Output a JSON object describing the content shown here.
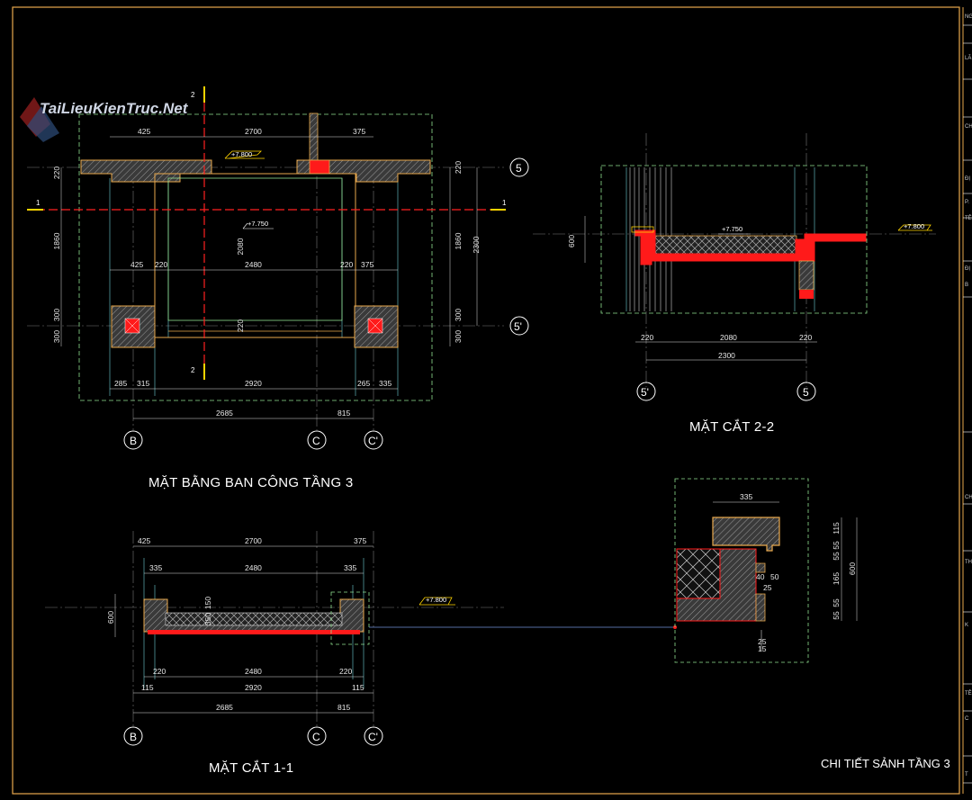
{
  "watermark": "TaiLieuKienTruc.Net",
  "titles": {
    "plan": "MẶT BẰNG BAN CÔNG TẦNG 3",
    "section_22": "MẶT CẮT 2-2",
    "section_11": "MẶT CẮT 1-1",
    "detail": "CHI TIẾT SẢNH TẦNG 3"
  },
  "axes": {
    "five": "5",
    "five_prime": "5'",
    "b": "B",
    "c": "C",
    "c_prime": "C'"
  },
  "levels": {
    "l7800": "+7.800",
    "l7750": "+7.750"
  },
  "section_marks": {
    "one": "1",
    "two": "2"
  },
  "plan_dims": {
    "top": [
      "425",
      "2700",
      "375"
    ],
    "mid": [
      "425",
      "220",
      "2480",
      "220",
      "375"
    ],
    "bottom1": [
      "285",
      "315",
      "2920",
      "265",
      "335"
    ],
    "bottom2": [
      "2685",
      "815"
    ],
    "left": [
      "220",
      "1860",
      "300",
      "300"
    ],
    "right": [
      "220",
      "1860",
      "300",
      "300"
    ],
    "right_total": "2300",
    "inner_v": "2080",
    "inner_h": "220"
  },
  "s22_dims": {
    "row1": [
      "220",
      "2080",
      "220"
    ],
    "total": "2300",
    "height": "600"
  },
  "s11_dims": {
    "top1": [
      "425",
      "2700",
      "375"
    ],
    "top2": [
      "335",
      "2480",
      "335"
    ],
    "bot1": [
      "220",
      "2480",
      "220"
    ],
    "bot2": [
      "115",
      "2920",
      "115"
    ],
    "bot3": [
      "2685",
      "815"
    ],
    "height": "600",
    "inner": "350",
    "inner2": "150"
  },
  "detail_dims": {
    "top": "335",
    "right": [
      "115",
      "55",
      "55",
      "165",
      "55",
      "55"
    ],
    "total": "600",
    "small": [
      "40",
      "50",
      "25",
      "25",
      "15"
    ]
  },
  "titleblock": [
    "NG",
    "LÃ",
    "CH",
    "ĐỊ",
    "P.",
    "TÊ",
    "ĐỊ",
    "B",
    "CH",
    "TH",
    "K",
    "TÊ",
    "C",
    "T"
  ]
}
